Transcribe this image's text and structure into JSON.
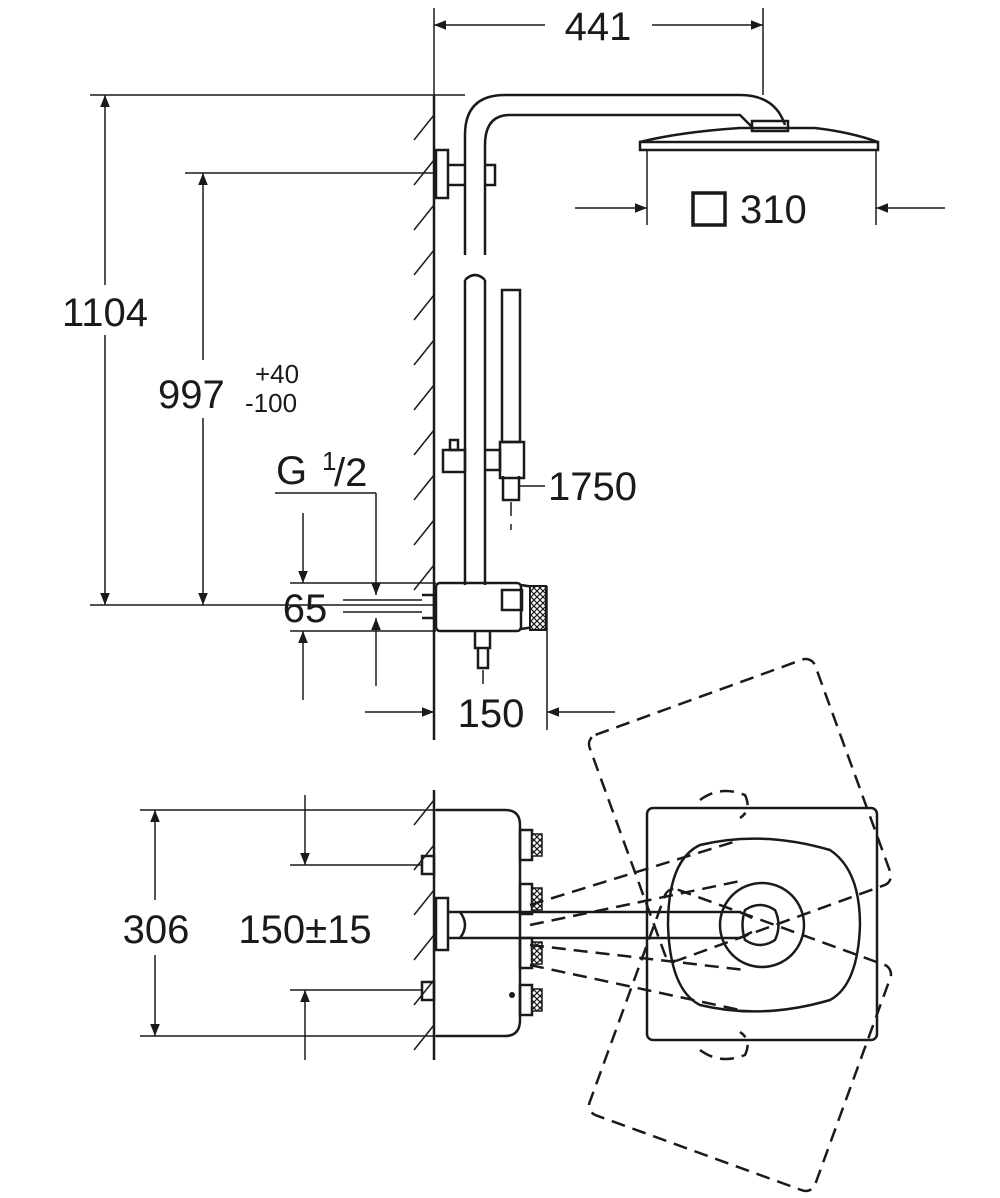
{
  "dimensions": {
    "projection": "441",
    "head_size_prefix": "□",
    "head_size": "310",
    "total_height": "1104",
    "rail_height": "997",
    "rail_tol_plus": "+40",
    "rail_tol_minus": "-100",
    "thread": "G",
    "thread_num": "1",
    "thread_den": "/2",
    "inlet_height": "65",
    "hose_length": "1750",
    "mixer_depth": "150",
    "plan_width": "306",
    "inlet_spacing": "150±15"
  },
  "colors": {
    "line": "#1a1a1a",
    "background": "#ffffff"
  }
}
